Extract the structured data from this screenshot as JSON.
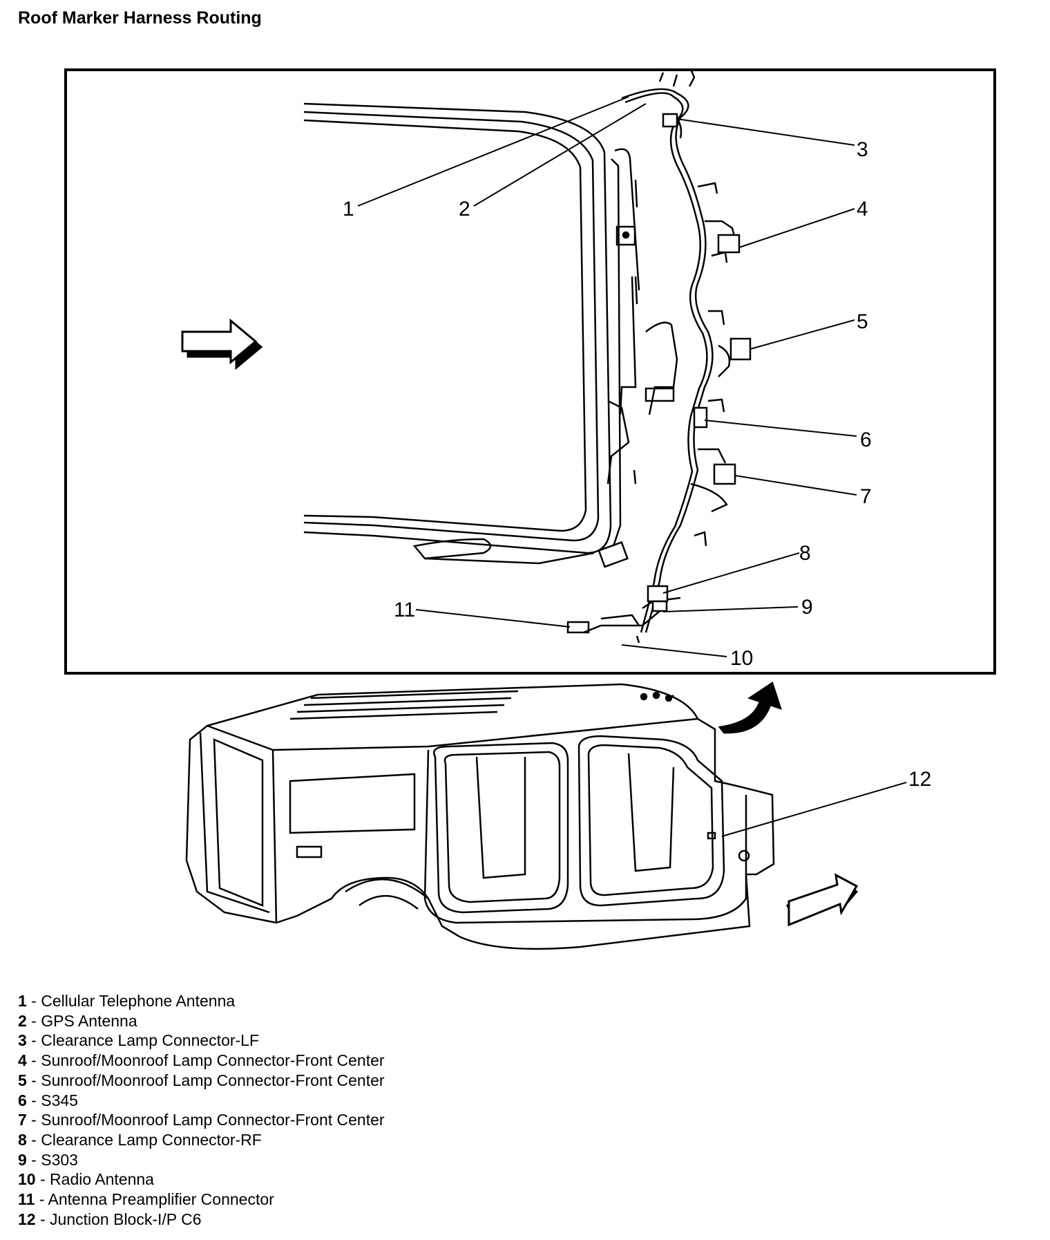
{
  "title": "Roof Marker Harness Routing",
  "callouts": [
    "1",
    "2",
    "3",
    "4",
    "5",
    "6",
    "7",
    "8",
    "9",
    "10",
    "11",
    "12"
  ],
  "legend": [
    {
      "num": "1",
      "label": "Cellular Telephone Antenna"
    },
    {
      "num": "2",
      "label": "GPS Antenna"
    },
    {
      "num": "3",
      "label": "Clearance Lamp Connector-LF"
    },
    {
      "num": "4",
      "label": "Sunroof/Moonroof Lamp Connector-Front Center"
    },
    {
      "num": "5",
      "label": "Sunroof/Moonroof Lamp Connector-Front Center"
    },
    {
      "num": "6",
      "label": "S345"
    },
    {
      "num": "7",
      "label": "Sunroof/Moonroof Lamp Connector-Front Center"
    },
    {
      "num": "8",
      "label": "Clearance Lamp Connector-RF"
    },
    {
      "num": "9",
      "label": "S303"
    },
    {
      "num": "10",
      "label": "Radio Antenna"
    },
    {
      "num": "11",
      "label": "Antenna Preamplifier Connector"
    },
    {
      "num": "12",
      "label": "Junction Block-I/P C6"
    }
  ]
}
